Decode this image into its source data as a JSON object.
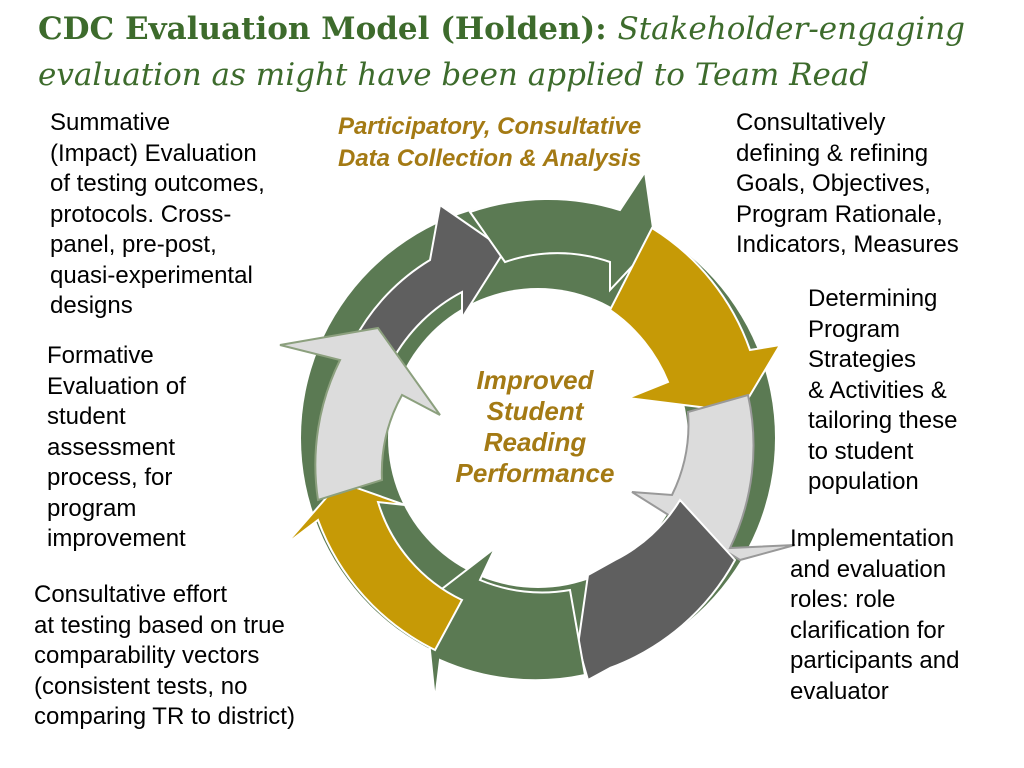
{
  "title": {
    "bold": "CDC Evaluation Model (Holden): ",
    "italic": "Stakeholder-engaging evaluation as might have been applied to Team Read"
  },
  "top_caption": "Participatory, Consultative\nData Collection &  Analysis",
  "center_label": "Improved\nStudent\nReading\nPerformance",
  "labels": {
    "summative": "Summative\n(Impact) Evaluation\nof testing outcomes,\nprotocols. Cross-\npanel, pre-post,\nquasi-experimental\ndesigns",
    "formative": "Formative\nEvaluation of\nstudent\nassessment\nprocess, for\nprogram\nimprovement",
    "consultative_effort": "Consultative effort\nat testing based on true\ncomparability vectors\n(consistent tests, no\ncomparing TR to district)",
    "consultatively_defining": "Consultatively\ndefining & refining\nGoals, Objectives,\nProgram Rationale,\nIndicators, Measures",
    "determining": "Determining\nProgram\nStrategies\n& Activities &\ntailoring these\nto student\npopulation",
    "implementation": "Implementation\nand evaluation\nroles: role\nclarification for\nparticipants and\nevaluator"
  },
  "colors": {
    "title": "#3d6b2c",
    "caption": "#a47a14",
    "green": "#5b7a53",
    "gold": "#c69a06",
    "dark_gray": "#5f5f5f",
    "light_gray": "#dcdcdc"
  }
}
